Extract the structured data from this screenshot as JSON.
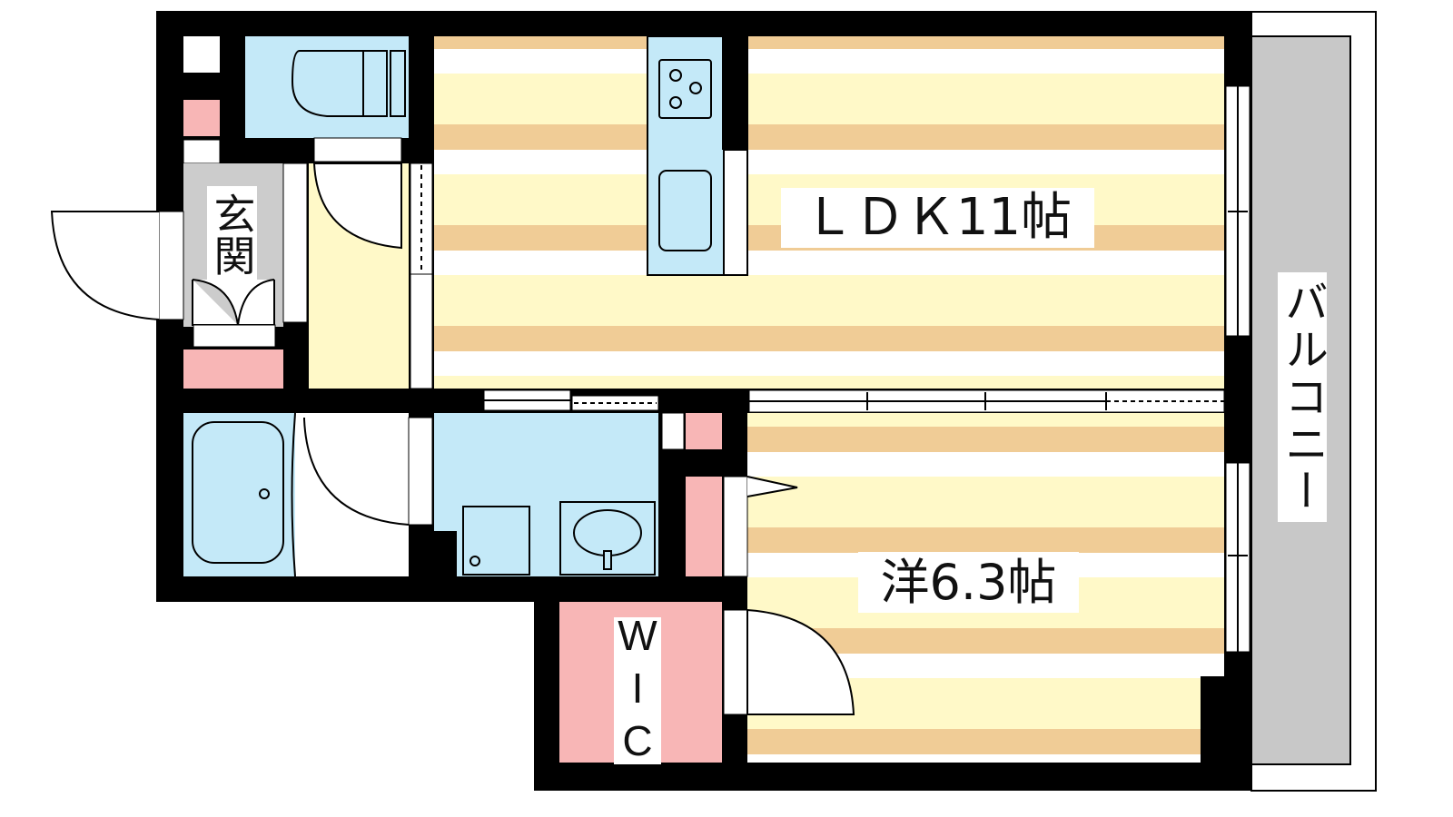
{
  "rooms": {
    "ldk": {
      "label": "ＬＤＫ11帖"
    },
    "bedroom": {
      "label": "洋6.3帖"
    },
    "wic": {
      "label": "WIC"
    },
    "entrance": {
      "label": "玄関"
    },
    "balcony": {
      "label": "バルコニー"
    }
  },
  "colors": {
    "wall": "#000000",
    "floor_stripe_dark": "#f0cc96",
    "floor_stripe_light": "#fff9c8",
    "wet_area": "#c4e9f8",
    "storage": "#f8b6b6",
    "entrance_floor": "#cccccc",
    "balcony": "#c8c8c8"
  }
}
